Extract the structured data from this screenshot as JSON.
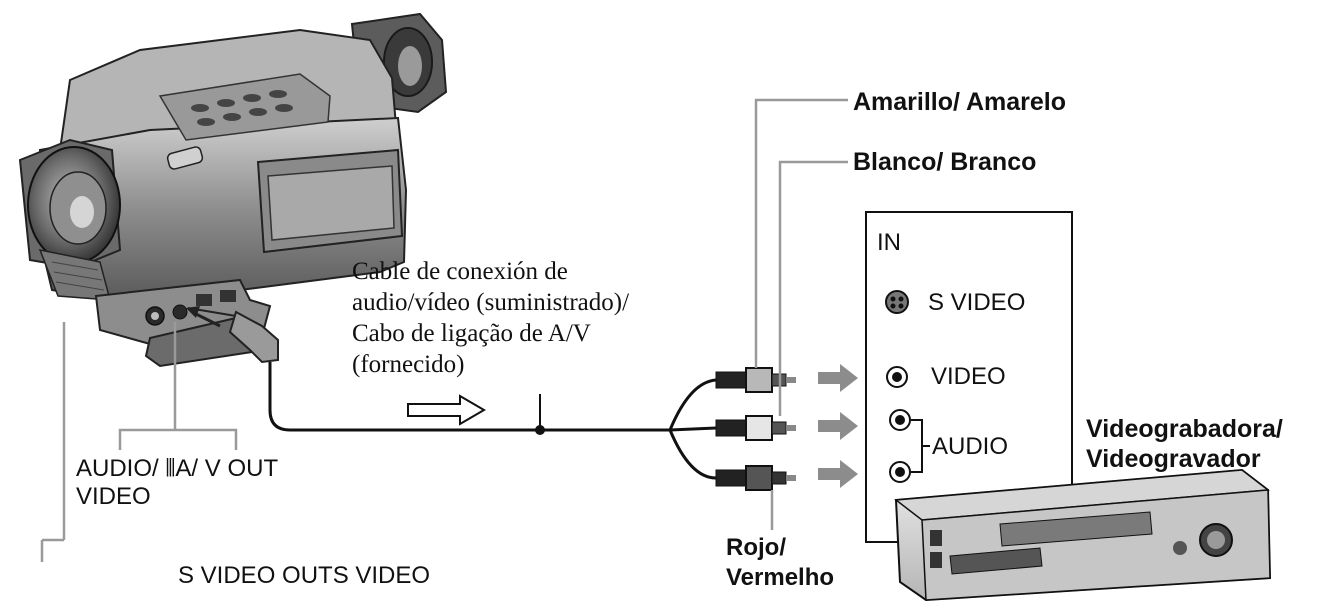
{
  "labels": {
    "yellow": "Amarillo/ Amarelo",
    "white": "Blanco/ Branco",
    "red_line1": "Rojo/",
    "red_line2": "Vermelho",
    "cable_line1": "Cable de conexión de",
    "cable_line2": "audio/vídeo (suministrado)/",
    "cable_line3": "Cabo de ligação de A/V",
    "cable_line4": "(fornecido)",
    "vcr_line1": "Videograbadora/",
    "vcr_line2": "Videogravador",
    "audio_av_out_line1": "AUDIO/ ⫴A/ V OUT",
    "audio_av_out_line2": "VIDEO",
    "s_video_out": "S VIDEO OUTS VIDEO"
  },
  "vcr_panel": {
    "in_label": "IN",
    "s_video": "S VIDEO",
    "video": "VIDEO",
    "audio": "AUDIO"
  },
  "colors": {
    "line": "#111111",
    "arrow": "#8c8c8c",
    "guide": "#9a9a9a"
  }
}
